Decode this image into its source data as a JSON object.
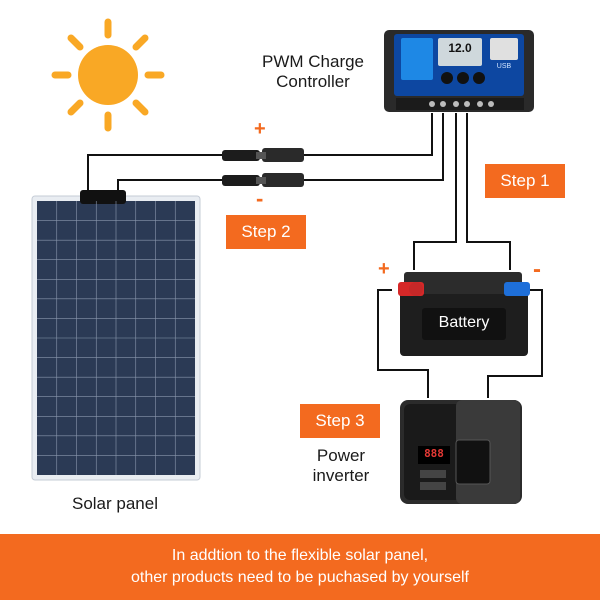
{
  "labels": {
    "controller_line1": "PWM Charge",
    "controller_line2": "Controller",
    "solar_panel": "Solar panel",
    "battery": "Battery",
    "inverter_line1": "Power",
    "inverter_line2": "inverter",
    "plus": "+",
    "minus": "-",
    "lcd_value": "12.0",
    "inverter_display": "888",
    "usb": "USB"
  },
  "steps": {
    "step1": "Step 1",
    "step2": "Step 2",
    "step3": "Step 3"
  },
  "banner": {
    "line1": "In addtion to the flexible solar panel,",
    "line2": "other products need to be puchased by yourself"
  },
  "colors": {
    "accent": "#f36a1f",
    "sun": "#f9a825",
    "positive": "#d62828",
    "negative": "#1e6fd9",
    "controller": "#0d47a1",
    "panel": "#2b3a55"
  }
}
